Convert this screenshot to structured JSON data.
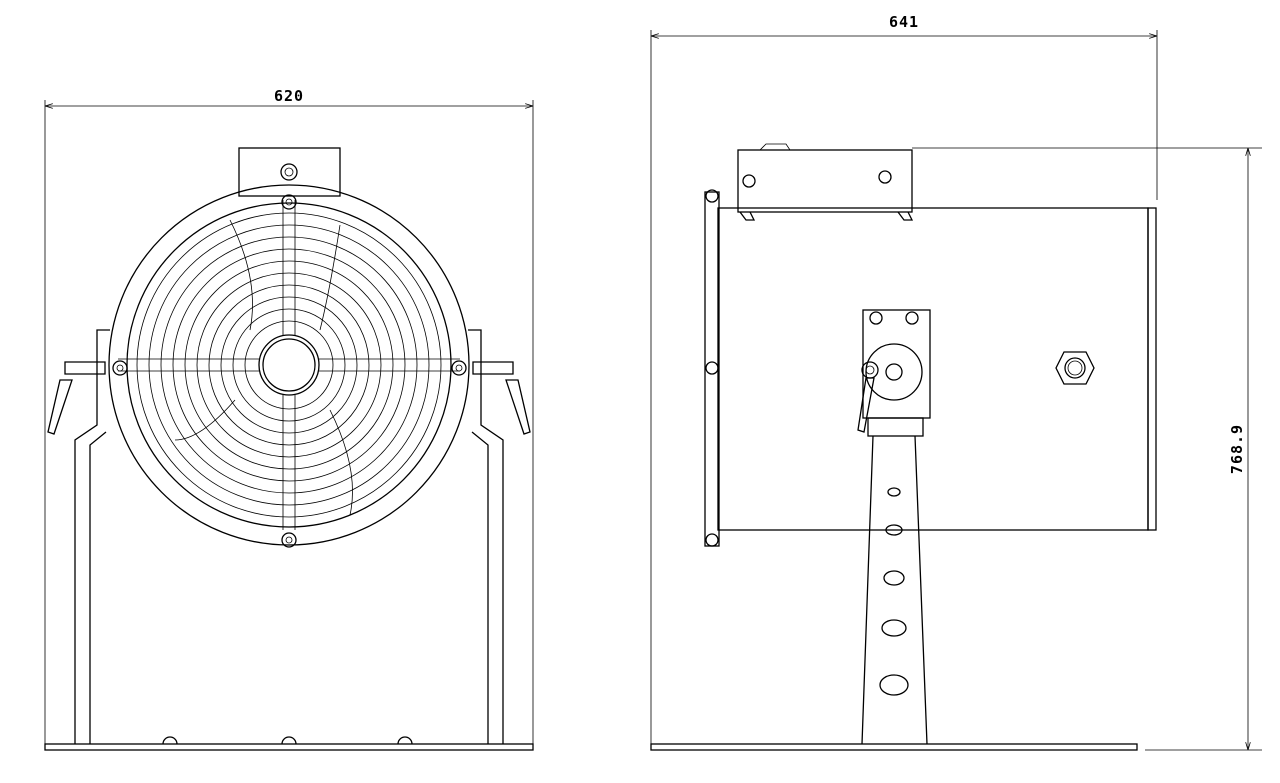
{
  "drawing": {
    "front_view": {
      "width_dimension": "620"
    },
    "side_view": {
      "width_dimension": "641",
      "height_dimension": "768.9"
    },
    "line_color": "#000000",
    "background_color": "#ffffff"
  }
}
